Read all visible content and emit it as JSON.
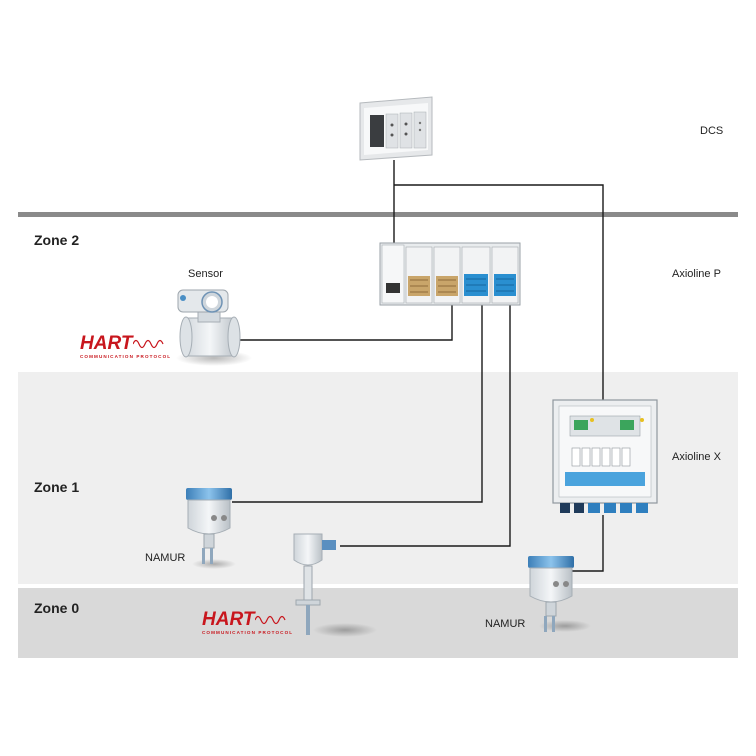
{
  "zones": {
    "zone2": "Zone 2",
    "zone1": "Zone 1",
    "zone0": "Zone 0"
  },
  "labels": {
    "dcs": "DCS",
    "sensor": "Sensor",
    "axioline_p": "Axioline P",
    "axioline_x": "Axioline X",
    "namur_left": "NAMUR",
    "namur_right": "NAMUR"
  },
  "logos": {
    "hart_word": "HART",
    "hart_sub": "COMMUNICATION PROTOCOL"
  },
  "colors": {
    "hart_red": "#c8161d",
    "accent_blue": "#2a8fd0",
    "wire": "#1a1a1a"
  }
}
